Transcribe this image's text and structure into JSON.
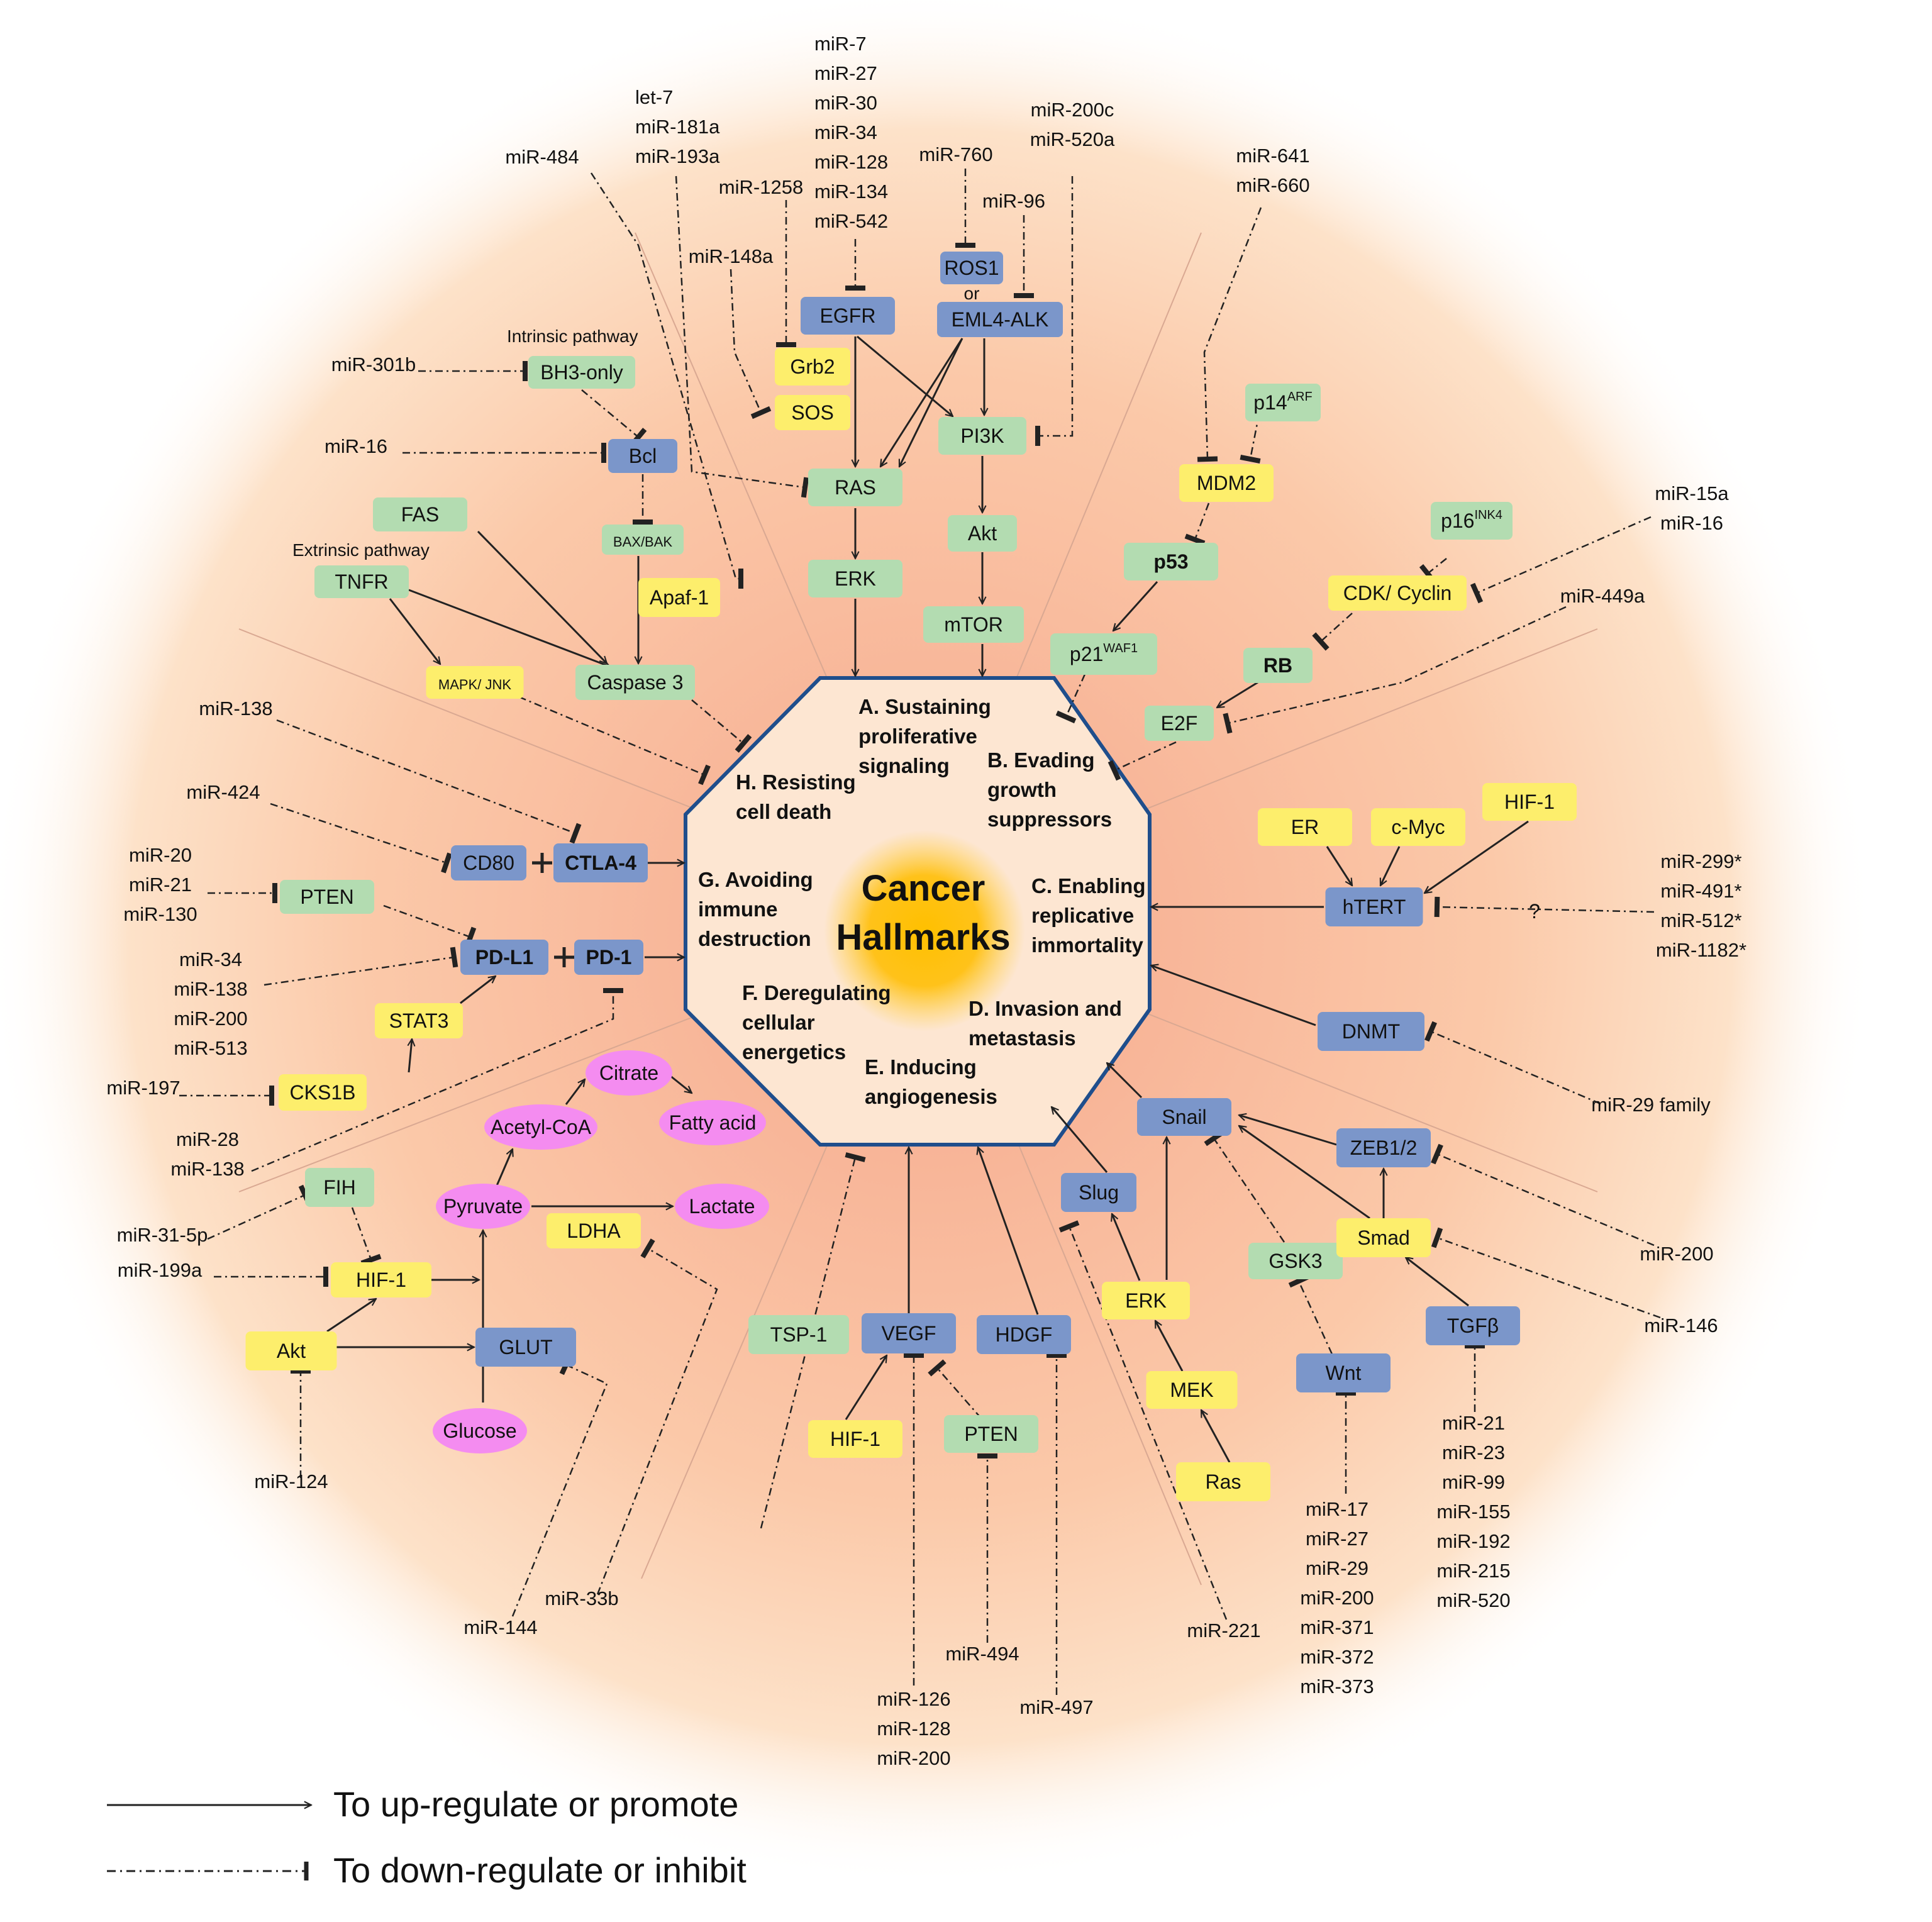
{
  "center": {
    "line1": "Cancer",
    "line2": "Hallmarks"
  },
  "colors": {
    "blue": "#7b96ca",
    "green": "#b3dcb1",
    "yellow": "#fdee6c",
    "pink": "#f48cf0",
    "octagon": "#1f4e8c"
  },
  "hallmarks": [
    {
      "id": "A",
      "lines": [
        "A. Sustaining",
        "proliferative",
        "signaling"
      ]
    },
    {
      "id": "B",
      "lines": [
        "B. Evading",
        "growth",
        "suppressors"
      ]
    },
    {
      "id": "C",
      "lines": [
        "C. Enabling",
        "replicative",
        "immortality"
      ]
    },
    {
      "id": "D",
      "lines": [
        "D. Invasion and",
        "metastasis"
      ]
    },
    {
      "id": "E",
      "lines": [
        "E. Inducing",
        "angiogenesis"
      ]
    },
    {
      "id": "F",
      "lines": [
        "F. Deregulating",
        "cellular",
        "energetics"
      ]
    },
    {
      "id": "G",
      "lines": [
        "G. Avoiding",
        "immune",
        "destruction"
      ]
    },
    {
      "id": "H",
      "lines": [
        "H. Resisting",
        "cell death"
      ]
    }
  ],
  "labels": {
    "intrinsic": "Intrinsic pathway",
    "extrinsic": "Extrinsic pathway",
    "or": "or",
    "question": "?"
  },
  "nodes": {
    "EGFR": "EGFR",
    "ROS1": "ROS1",
    "EML4ALK": "EML4-ALK",
    "Grb2": "Grb2",
    "SOS": "SOS",
    "PI3K": "PI3K",
    "RAS": "RAS",
    "Akt_top": "Akt",
    "ERK_top": "ERK",
    "mTOR": "mTOR",
    "BH3": "BH3-only",
    "Bcl": "Bcl",
    "BAXBAK": "BAX/BAK",
    "FAS": "FAS",
    "Apaf": "Apaf-1",
    "TNFR": "TNFR",
    "MAPK": "MAPK/ JNK",
    "Caspase": "Caspase 3",
    "p14": "p14",
    "p14sup": "ARF",
    "MDM2": "MDM2",
    "p16": "p16",
    "p16sup": "INK4",
    "p53": "p53",
    "CDK": "CDK/ Cyclin",
    "p21": "p21",
    "p21sup": "WAF1",
    "RB": "RB",
    "E2F": "E2F",
    "ER": "ER",
    "cMyc": "c-Myc",
    "HIF_C": "HIF-1",
    "hTERT": "hTERT",
    "DNMT": "DNMT",
    "CD80": "CD80",
    "CTLA4": "CTLA-4",
    "PTEN_G": "PTEN",
    "PDL1": "PD-L1",
    "PD1": "PD-1",
    "STAT3": "STAT3",
    "CKS1B": "CKS1B",
    "Citrate": "Citrate",
    "AcetylCoA": "Acetyl-CoA",
    "FattyAcid": "Fatty acid",
    "FIH": "FIH",
    "Pyruvate": "Pyruvate",
    "Lactate": "Lactate",
    "LDHA": "LDHA",
    "HIF_F": "HIF-1",
    "Akt_F": "Akt",
    "GLUT": "GLUT",
    "Glucose": "Glucose",
    "TSP1": "TSP-1",
    "VEGF": "VEGF",
    "HDGF": "HDGF",
    "HIF_E": "HIF-1",
    "PTEN_E": "PTEN",
    "Slug": "Slug",
    "Snail": "Snail",
    "ZEB": "ZEB1/2",
    "GSK3": "GSK3",
    "Smad": "Smad",
    "ERK_D": "ERK",
    "TGFb": "TGFβ",
    "MEK": "MEK",
    "Wnt": "Wnt",
    "Ras_D": "Ras"
  },
  "mirs": {
    "m484": [
      "miR-484"
    ],
    "let7": [
      "let-7",
      "miR-181a",
      "miR-193a"
    ],
    "m1258": [
      "miR-1258"
    ],
    "m148a": [
      "miR-148a"
    ],
    "m7": [
      "miR-7",
      "miR-27",
      "miR-30",
      "miR-34",
      "miR-128",
      "miR-134",
      "miR-542"
    ],
    "m760": [
      "miR-760"
    ],
    "m96": [
      "miR-96"
    ],
    "m200c": [
      "miR-200c",
      "miR-520a"
    ],
    "m641": [
      "miR-641",
      "miR-660"
    ],
    "m15a": [
      "miR-15a",
      "miR-16"
    ],
    "m449a": [
      "miR-449a"
    ],
    "m301b": [
      "miR-301b"
    ],
    "m16": [
      "miR-16"
    ],
    "m138a": [
      "miR-138"
    ],
    "m424": [
      "miR-424"
    ],
    "m20": [
      "miR-20",
      "miR-21",
      "miR-130"
    ],
    "m34": [
      "miR-34",
      "miR-138",
      "miR-200",
      "miR-513"
    ],
    "m197": [
      "miR-197"
    ],
    "m28": [
      "miR-28",
      "miR-138"
    ],
    "m31": [
      "miR-31-5p"
    ],
    "m199a": [
      "miR-199a"
    ],
    "m124": [
      "miR-124"
    ],
    "m144": [
      "miR-144"
    ],
    "m33b": [
      "miR-33b"
    ],
    "m126": [
      "miR-126",
      "miR-128",
      "miR-200"
    ],
    "m494": [
      "miR-494"
    ],
    "m497": [
      "miR-497"
    ],
    "m221": [
      "miR-221"
    ],
    "m17": [
      "miR-17",
      "miR-27",
      "miR-29",
      "miR-200",
      "miR-371",
      "miR-372",
      "miR-373"
    ],
    "m21": [
      "miR-21",
      "miR-23",
      "miR-99",
      "miR-155",
      "miR-192",
      "miR-215",
      "miR-520"
    ],
    "m146": [
      "miR-146"
    ],
    "m200z": [
      "miR-200"
    ],
    "m29": [
      "miR-29 family"
    ],
    "m299": [
      "miR-299*",
      "miR-491*",
      "miR-512*",
      "miR-1182*"
    ]
  },
  "legend": {
    "promote": "To up-regulate or promote",
    "inhibit": "To down-regulate or inhibit"
  }
}
